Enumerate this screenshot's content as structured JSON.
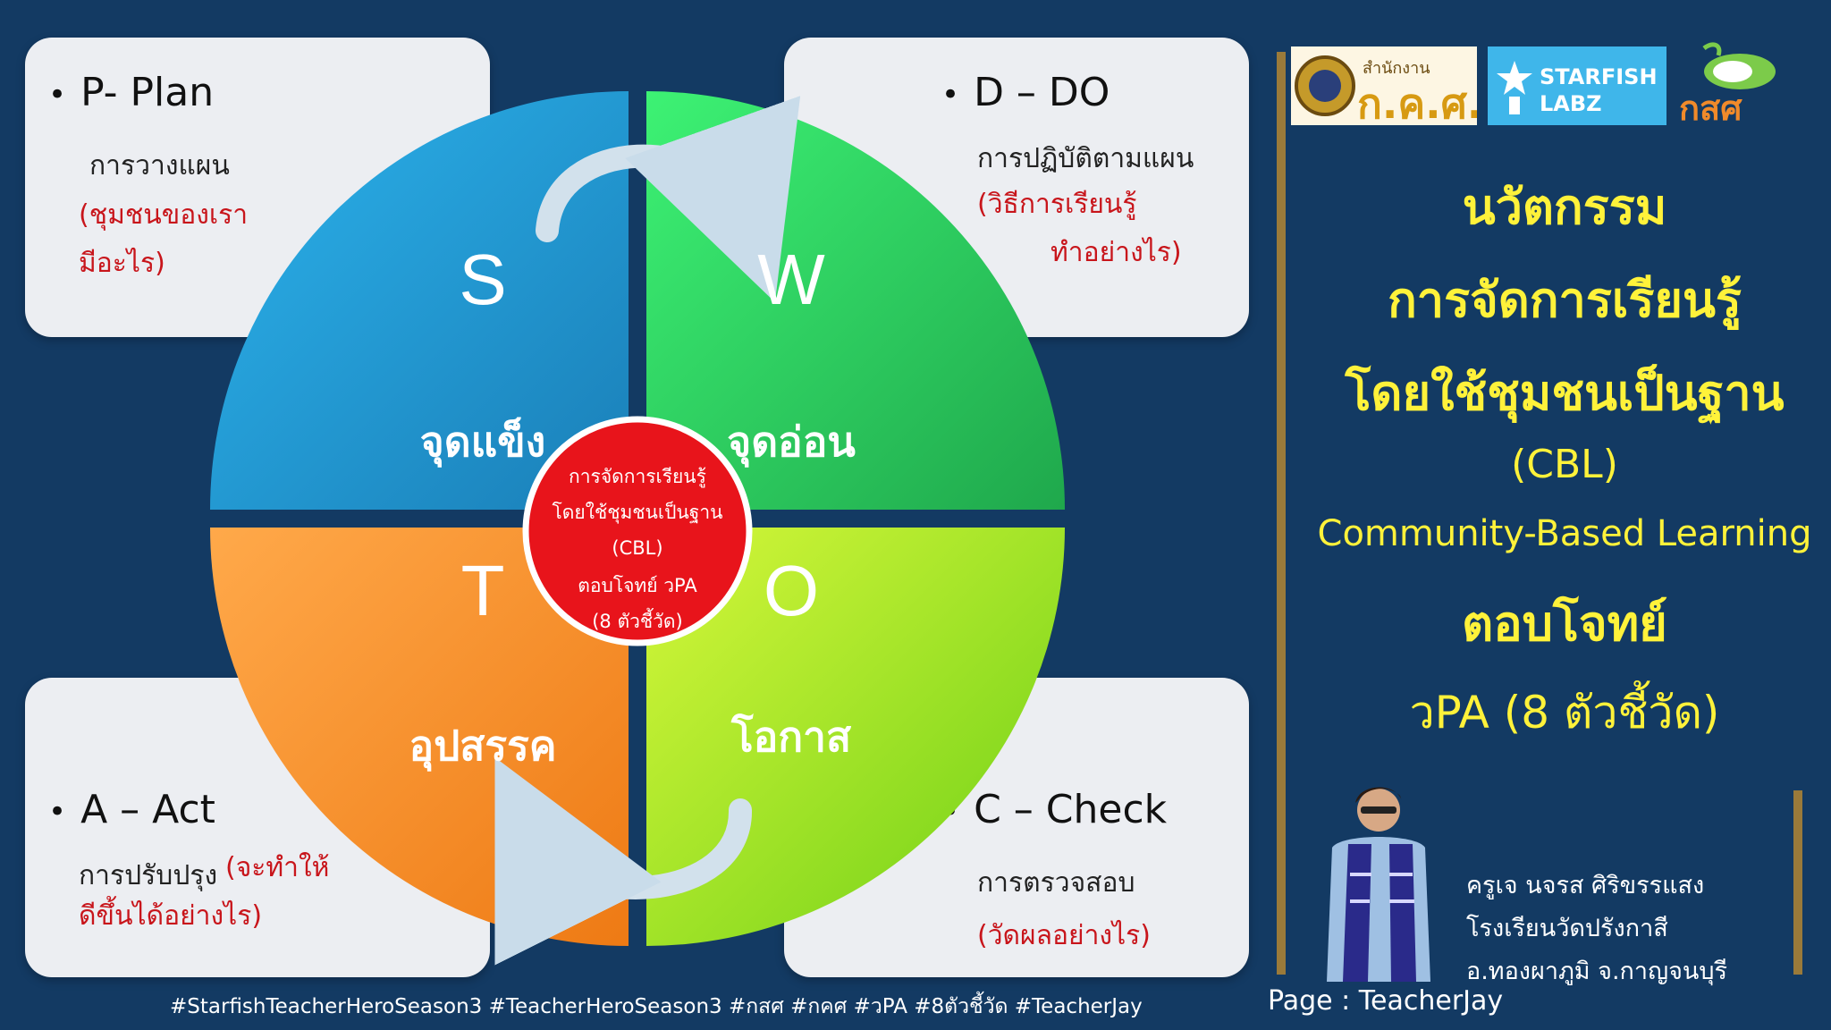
{
  "cards": {
    "plan": {
      "title": "P- Plan",
      "subtitle": "การวางแผน",
      "question_line1": "(ชุมชนของเรา",
      "question_line2": "มีอะไร)"
    },
    "do": {
      "title": "D – DO",
      "subtitle": "การปฏิบัติตามแผน",
      "question_line1": "(วิธีการเรียนรู้",
      "question_line2": "ทำอย่างไร)"
    },
    "act": {
      "title": "A – Act",
      "subtitle": "การปรับปรุง",
      "question_line1": "(จะทำให้",
      "question_line2": "ดีขึ้นได้อย่างไร)"
    },
    "check": {
      "title": "C – Check",
      "subtitle": "การตรวจสอบ",
      "question_line1": "(วัดผลอย่างไร)"
    }
  },
  "swot": {
    "s": {
      "letter": "S",
      "label": "จุดแข็ง",
      "color": "#1f9ad6"
    },
    "w": {
      "letter": "W",
      "label": "จุดอ่อน",
      "color": "#25c35a"
    },
    "t": {
      "letter": "T",
      "label": "อุปสรรค",
      "color": "#f7922a"
    },
    "o": {
      "letter": "O",
      "label": "โอกาส",
      "color": "#8ad61f"
    },
    "center": {
      "line1": "การจัดการเรียนรู้",
      "line2": "โดยใช้ชุมชนเป็นฐาน",
      "line3": "(CBL)",
      "line4": "ตอบโจทย์ วPA",
      "line5": "(8 ตัวชี้วัด)",
      "color": "#e8141b"
    }
  },
  "logos": {
    "okps_small": "สำนักงาน",
    "okps_big": "ก.ค.ศ.",
    "starfish_line1": "STARFISH",
    "starfish_line2": "LABZ",
    "ksks": "กสศ"
  },
  "title": {
    "line1": "นวัตกรรม",
    "line2": "การจัดการเรียนรู้",
    "line3": "โดยใช้ชุมชนเป็นฐาน",
    "line4": "(CBL)",
    "line5": "Community-Based Learning",
    "line6": "ตอบโจทย์",
    "line7": "วPA (8 ตัวชี้วัด)"
  },
  "credit": {
    "name": "ครูเจ นจรส  ศิริขรรแสง",
    "school": "โรงเรียนวัดปรังกาสี",
    "location": "อ.ทองผาภูมิ จ.กาญจนบุรี"
  },
  "hashtags": "#StarfishTeacherHeroSeason3  #TeacherHeroSeason3  #กสศ  #กคศ  #วPA  #8ตัวชี้วัด  #TeacherJay",
  "page_credit": "Page : TeacherJay"
}
